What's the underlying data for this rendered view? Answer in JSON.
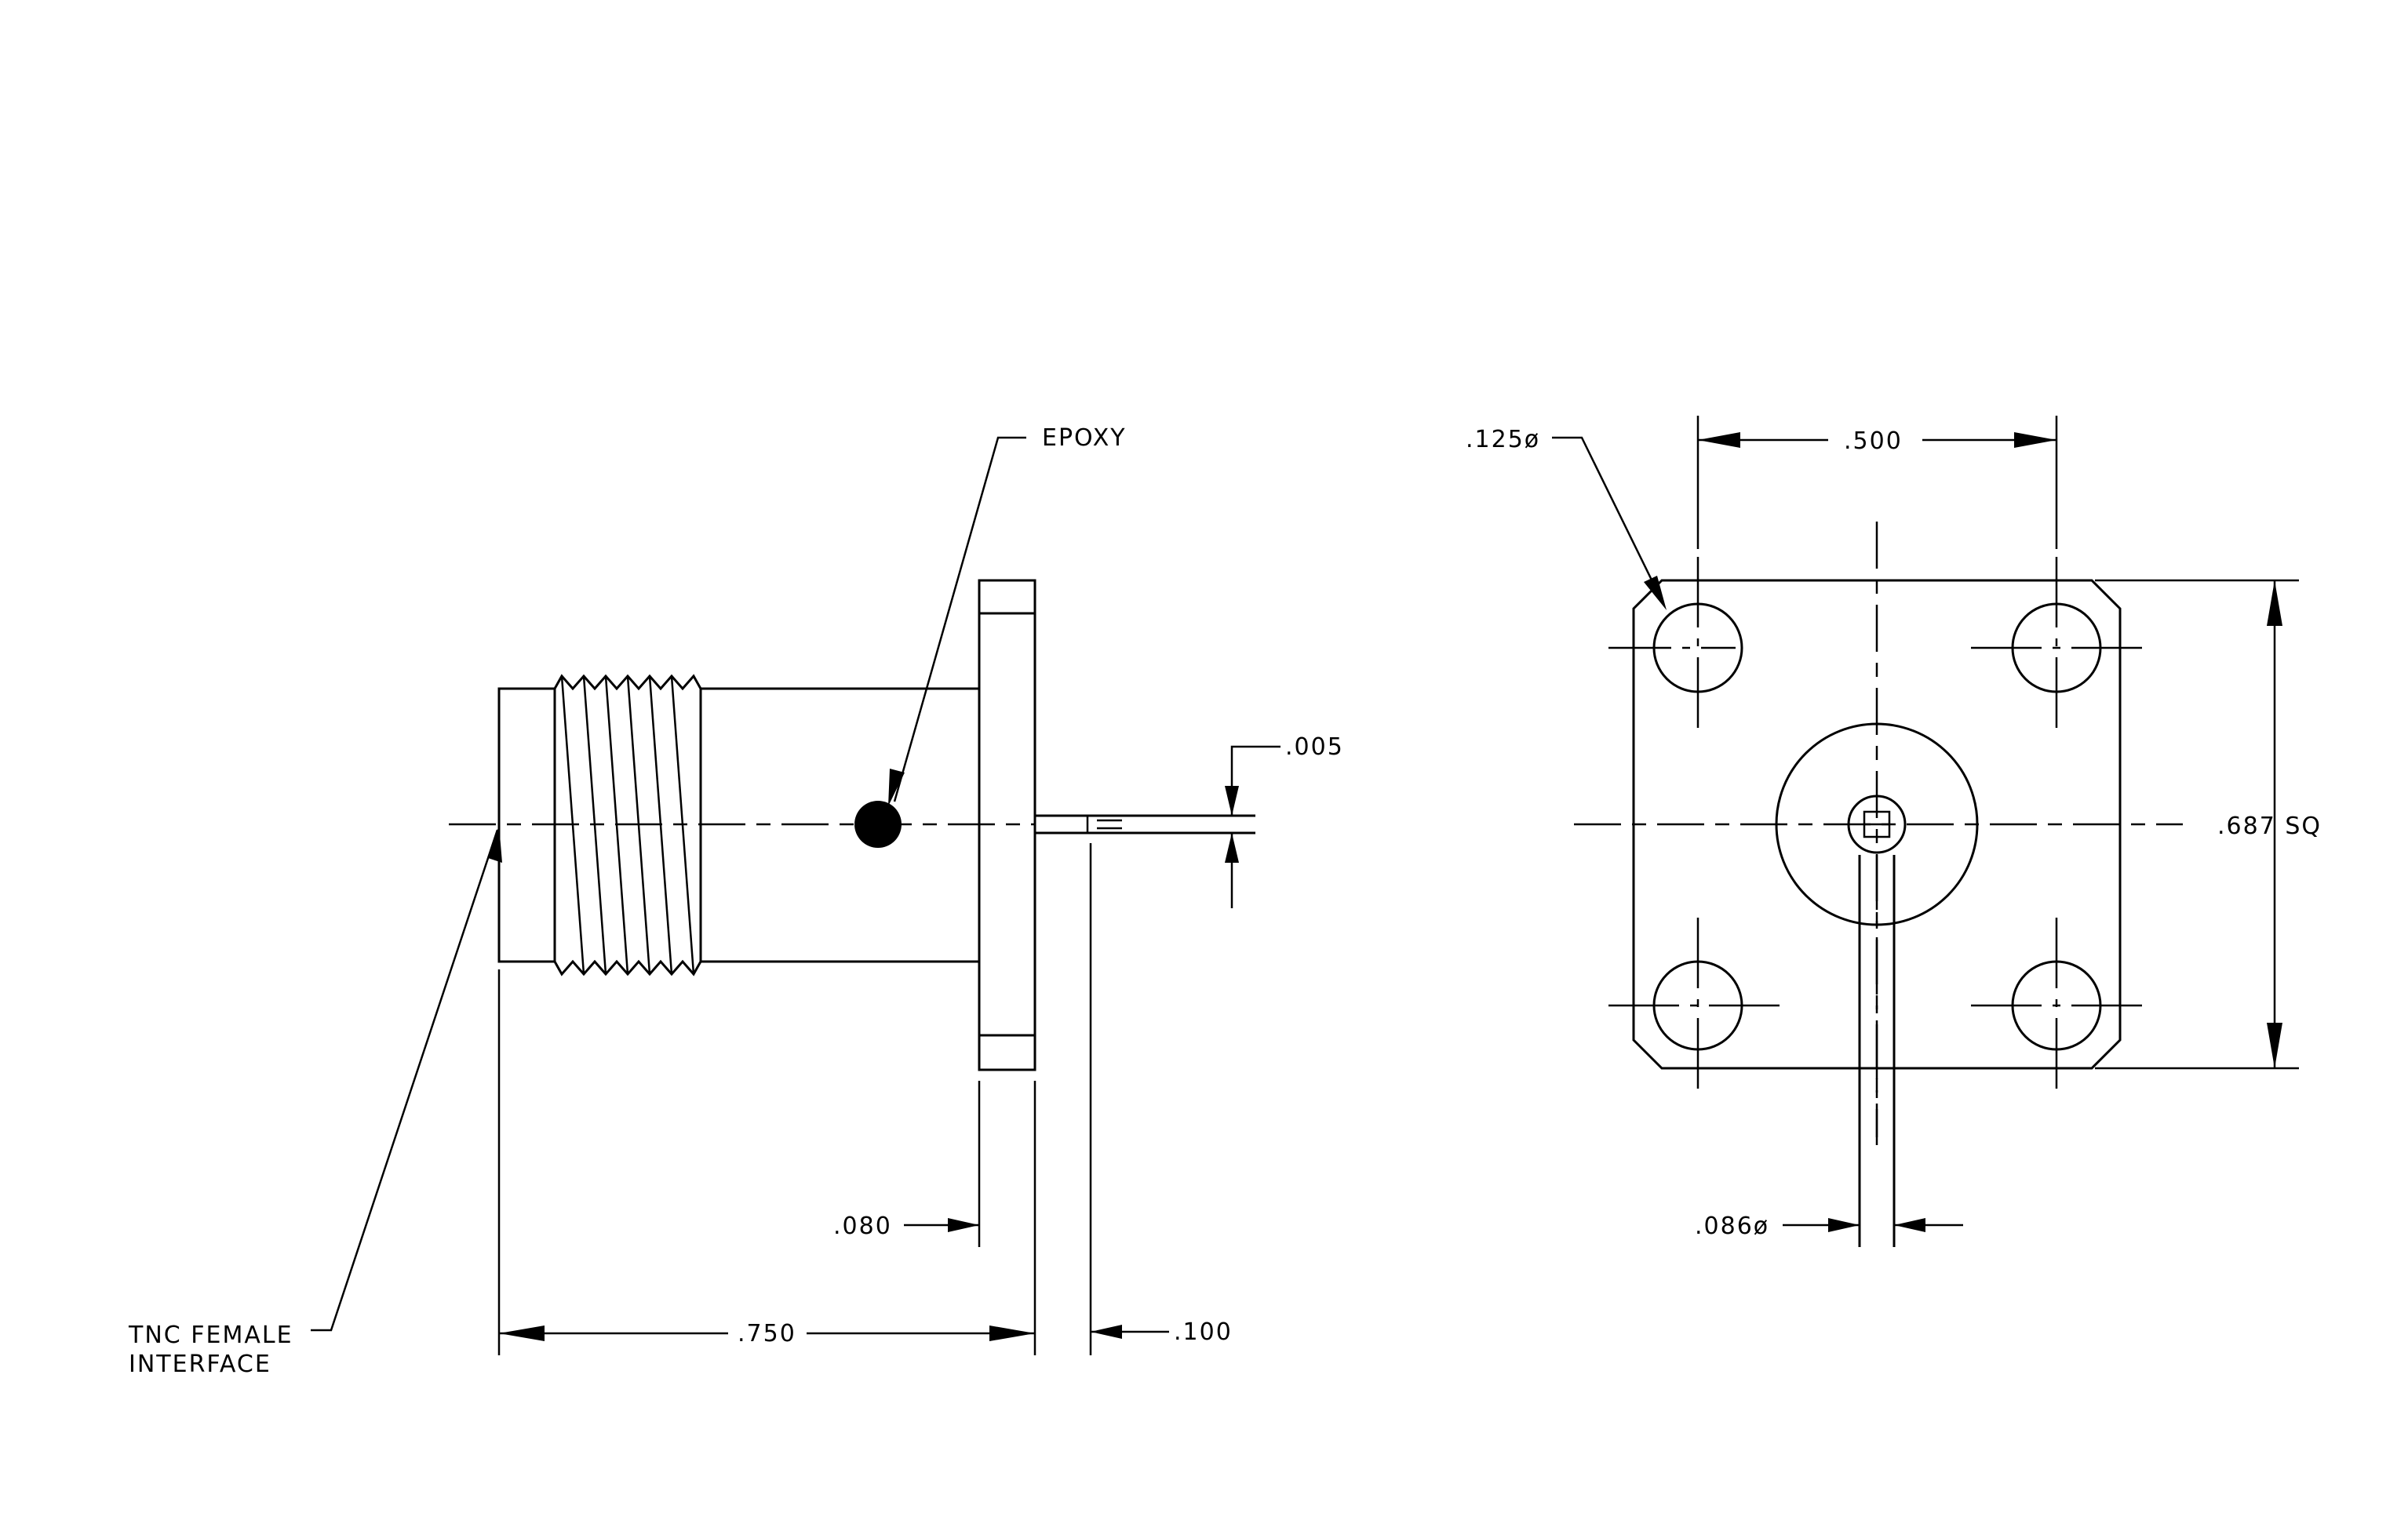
{
  "labels": {
    "epoxy": "EPOXY",
    "tnc_line1": "TNC FEMALE",
    "tnc_line2": "INTERFACE"
  },
  "dimensions": {
    "gap": ".005",
    "flange_thickness": ".080",
    "overall_length": ".750",
    "pin_extension": ".100",
    "hole_diameter": ".125ø",
    "hole_spacing": ".500",
    "square_size": ".687 SQ",
    "pin_diameter": ".086ø"
  },
  "colors": {
    "line": "#000000",
    "background": "#ffffff"
  }
}
